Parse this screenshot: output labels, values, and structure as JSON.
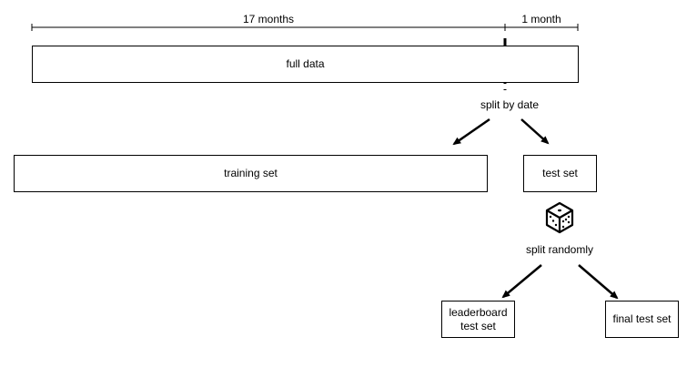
{
  "timeline": {
    "period_train": "17 months",
    "period_test": "1 month"
  },
  "nodes": {
    "full_data": "full data",
    "training_set": "training set",
    "test_set": "test set",
    "leaderboard_line1": "leaderboard",
    "leaderboard_line2": "test set",
    "final_test_set": "final test set"
  },
  "steps": {
    "split_by_date": "split by date",
    "split_randomly": "split randomly"
  },
  "icons": {
    "randomness": "dice-icon"
  }
}
